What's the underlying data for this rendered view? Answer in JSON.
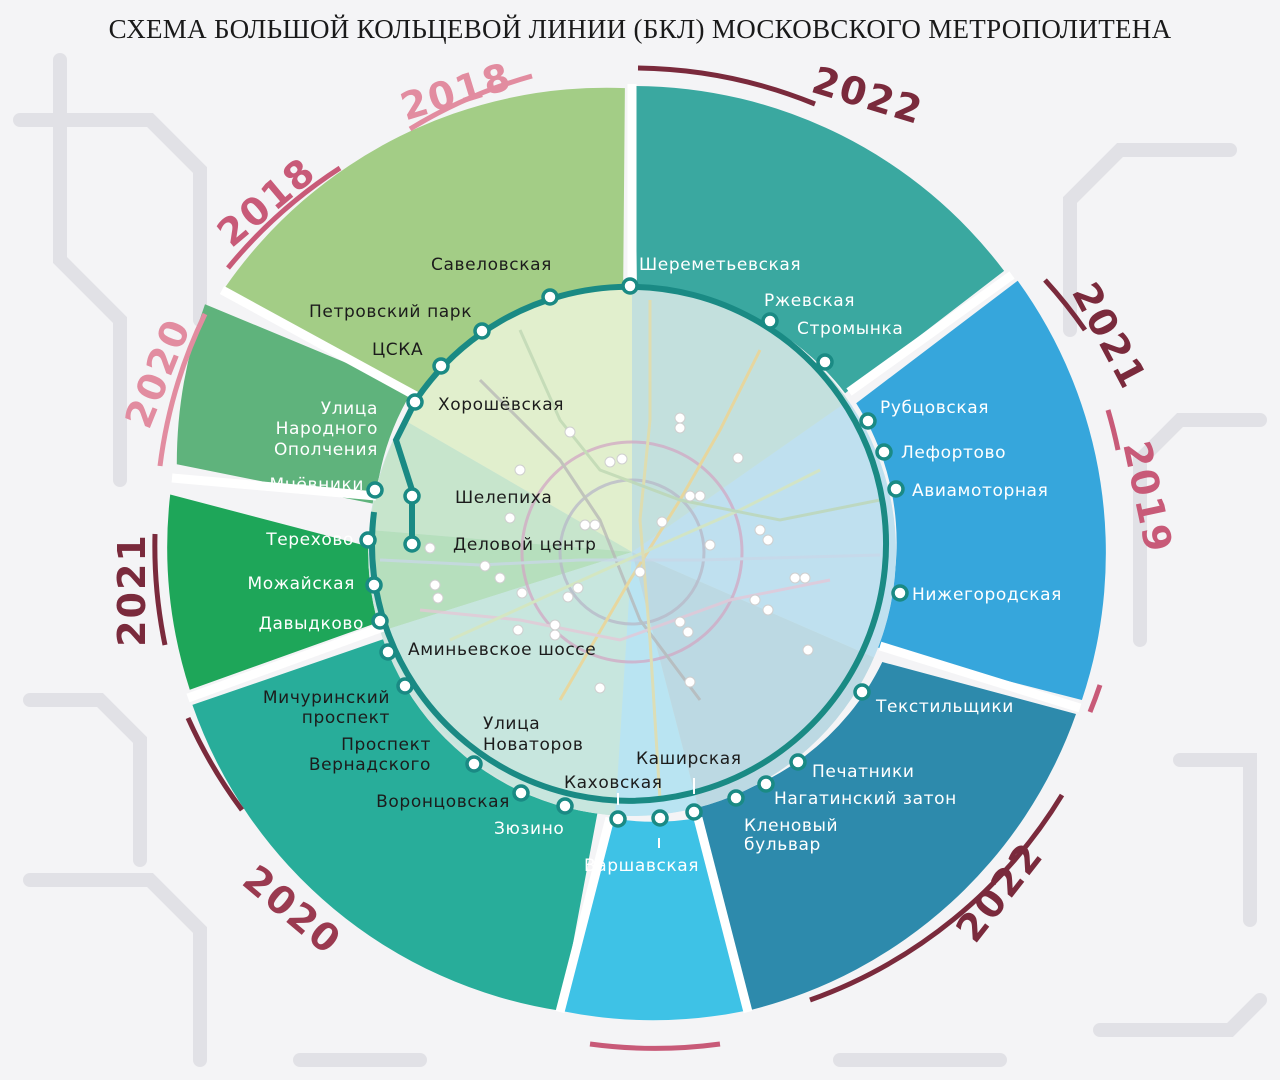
{
  "title": "СХЕМА БОЛЬШОЙ КОЛЬЦЕВОЙ ЛИНИИ (БКЛ) МОСКОВСКОГО МЕТРОПОЛИТЕНА",
  "colors": {
    "ring_line": "#1a8a84",
    "year_dark": "#7a2a3c",
    "year_pink": "#e28ca0",
    "year_mid": "#c85a78"
  },
  "years": {
    "y2018_top": "2018",
    "y2018_left": "2018",
    "y2020_left": "2020",
    "y2021_left": "2021",
    "y2020_bottom": "2020",
    "y2022_top": "2022",
    "y2021_right": "2021",
    "y2019_right": "2019",
    "y2022_bottom": "2022"
  },
  "stations": {
    "sheremetyevskaya": "Шереметьевская",
    "rzhevskaya": "Ржевская",
    "stromynka": "Стромынка",
    "rubtsovskaya": "Рубцовская",
    "lefortovo": "Лефортово",
    "aviamotornaya": "Авиамоторная",
    "nizhegorodskaya": "Нижегородская",
    "tekstilshchiki": "Текстильщики",
    "pechatniki": "Печатники",
    "nagatinsky_zaton": "Нагатинский затон",
    "klenovy_1": "Кленовый",
    "klenovy_2": "бульвар",
    "kashirskaya": "Каширская",
    "kakhovskaya": "Каховская",
    "varshavskaya": "Варшавская",
    "zyuzino": "Зюзино",
    "vorontsovskaya": "Воронцовская",
    "novatorov_1": "Улица",
    "novatorov_2": "Новаторов",
    "vernadskogo_1": "Проспект",
    "vernadskogo_2": "Вернадского",
    "michurinsky_1": "Мичуринский",
    "michurinsky_2": "проспект",
    "aminyevskoe": "Аминьевское шоссе",
    "davydkovo": "Давыдково",
    "mozhayskaya": "Можайская",
    "terekhovo": "Терехово",
    "mnevniki": "Мнёвники",
    "opolcheniya_1": "Улица",
    "opolcheniya_2": "Народного",
    "opolcheniya_3": "Ополчения",
    "khoroshevskaya": "Хорошёвская",
    "shelepikha": "Шелепиха",
    "delovoy": "Деловой центр",
    "cska": "ЦСКА",
    "petrovsky": "Петровский парк",
    "savelovskaya": "Савеловская"
  }
}
